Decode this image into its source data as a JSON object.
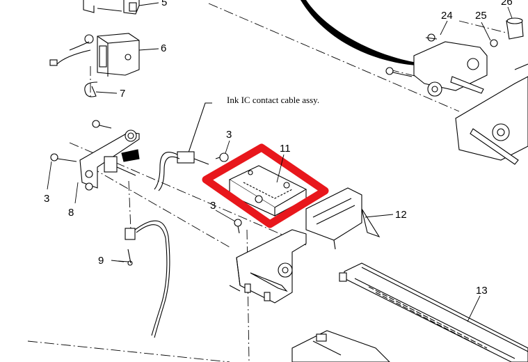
{
  "diagram": {
    "caption": "Ink IC contact cable assy.",
    "highlight_color": "#e8171c",
    "callouts": [
      "3",
      "3",
      "3",
      "5",
      "6",
      "7",
      "8",
      "9",
      "11",
      "12",
      "13",
      "24",
      "25",
      "26"
    ]
  }
}
